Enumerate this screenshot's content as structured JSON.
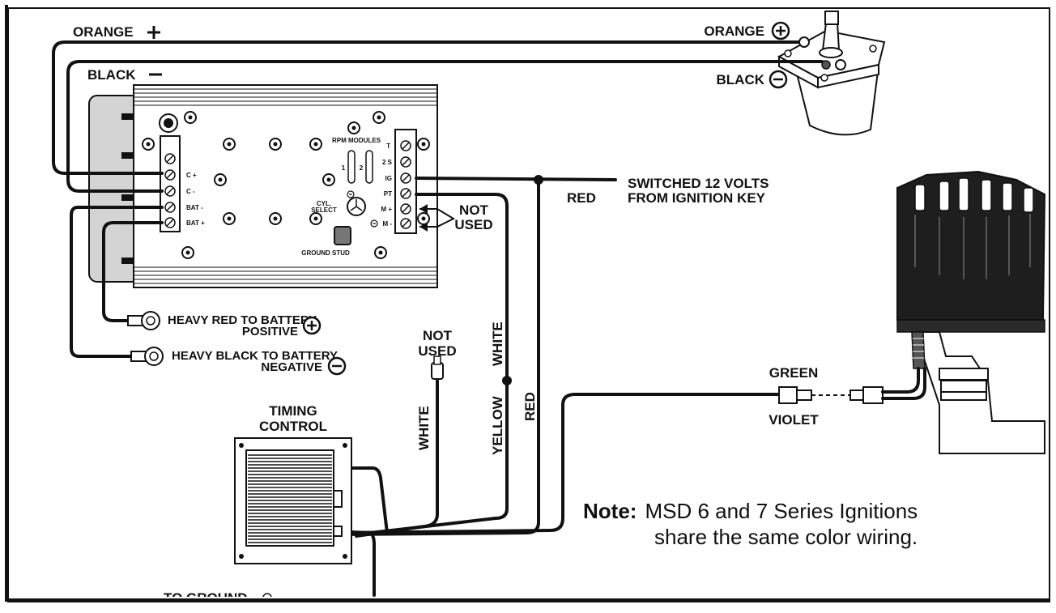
{
  "labels": {
    "orange_plus_left": "ORANGE",
    "black_minus_left": "BLACK",
    "orange_coil": "ORANGE",
    "black_coil": "BLACK",
    "rpm_modules": "RPM MODULES",
    "cyl_select_1": "CYL.",
    "cyl_select_2": "SELECT",
    "ground_stud": "GROUND STUD",
    "term_c_plus": "C +",
    "term_c_minus": "C -",
    "term_bat_minus": "BAT -",
    "term_bat_plus": "BAT +",
    "term_t": "T",
    "term_2s": "2 S",
    "term_ig": "IG",
    "term_pt": "PT",
    "term_m_plus": "M +",
    "term_m_minus": "M -",
    "mod_1": "1",
    "mod_2": "2",
    "switched_1": "SWITCHED 12 VOLTS",
    "switched_2": "FROM IGNITION KEY",
    "red_top": "RED",
    "not_used_right_1": "NOT",
    "not_used_right_2": "USED",
    "heavy_red_1": "HEAVY RED TO BATTERY",
    "heavy_red_2": "POSITIVE",
    "heavy_black_1": "HEAVY BLACK TO BATTERY",
    "heavy_black_2": "NEGATIVE",
    "not_used_mid_1": "NOT",
    "not_used_mid_2": "USED",
    "white_vert_left": "WHITE",
    "white_vert_right": "WHITE",
    "yellow_vert": "YELLOW",
    "red_vert": "RED",
    "timing_1": "TIMING",
    "timing_2": "CONTROL",
    "green": "GREEN",
    "violet": "VIOLET",
    "to_ground": "TO GROUND",
    "note_label": "Note:",
    "note_line1": "MSD 6 and 7 Series Ignitions",
    "note_line2": "share the same color wiring."
  }
}
